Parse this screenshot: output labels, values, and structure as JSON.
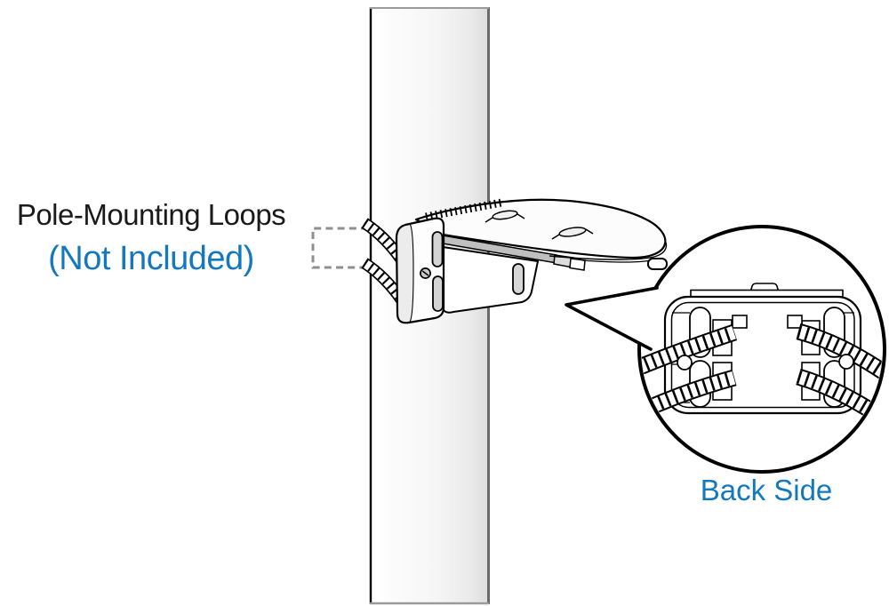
{
  "labels": {
    "pole_mounting_loops": "Pole-Mounting Loops",
    "not_included": "(Not Included)",
    "back_side": "Back Side"
  },
  "colors": {
    "accent_blue": "#1478be",
    "text_black": "#1a1a1a",
    "dash_gray": "#8f8f8f",
    "outline_black": "#000000"
  }
}
